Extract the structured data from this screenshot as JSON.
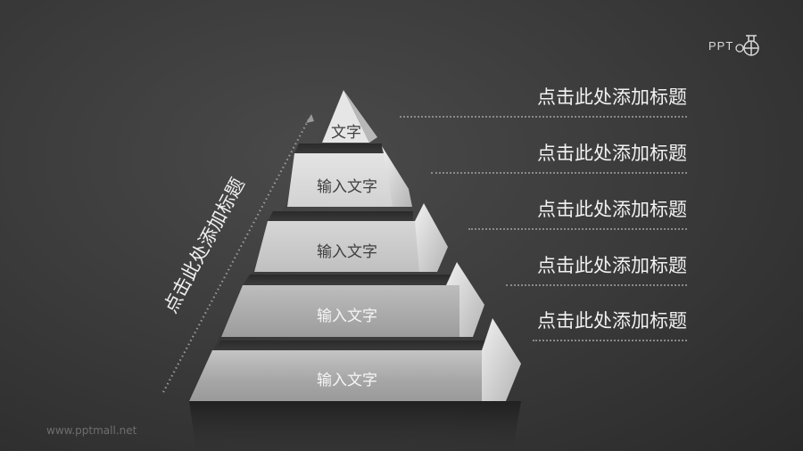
{
  "logo": {
    "text": "PPT",
    "icon": "ppt-mall-emblem-icon"
  },
  "diagram": {
    "type": "pyramid",
    "tiers": [
      {
        "level": 1,
        "label": "文字"
      },
      {
        "level": 2,
        "label": "输入文字"
      },
      {
        "level": 3,
        "label": "输入文字"
      },
      {
        "level": 4,
        "label": "输入文字"
      },
      {
        "level": 5,
        "label": "输入文字"
      }
    ],
    "arrow_icon": "dotted-arrow-up-right-icon",
    "vertical_title": "点击此处添加标题"
  },
  "titles": [
    {
      "text": "点击此处添加标题"
    },
    {
      "text": "点击此处添加标题"
    },
    {
      "text": "点击此处添加标题"
    },
    {
      "text": "点击此处添加标题"
    },
    {
      "text": "点击此处添加标题"
    }
  ],
  "footer": {
    "url": "www.pptmall.net"
  },
  "colors": {
    "background": "#3c3c3c",
    "title_text": "#f2f2f2",
    "tier_face_light": "#dcdcdc",
    "tier_face_dark": "#a8a8a8",
    "dotted_line": "#8a8a8a"
  }
}
